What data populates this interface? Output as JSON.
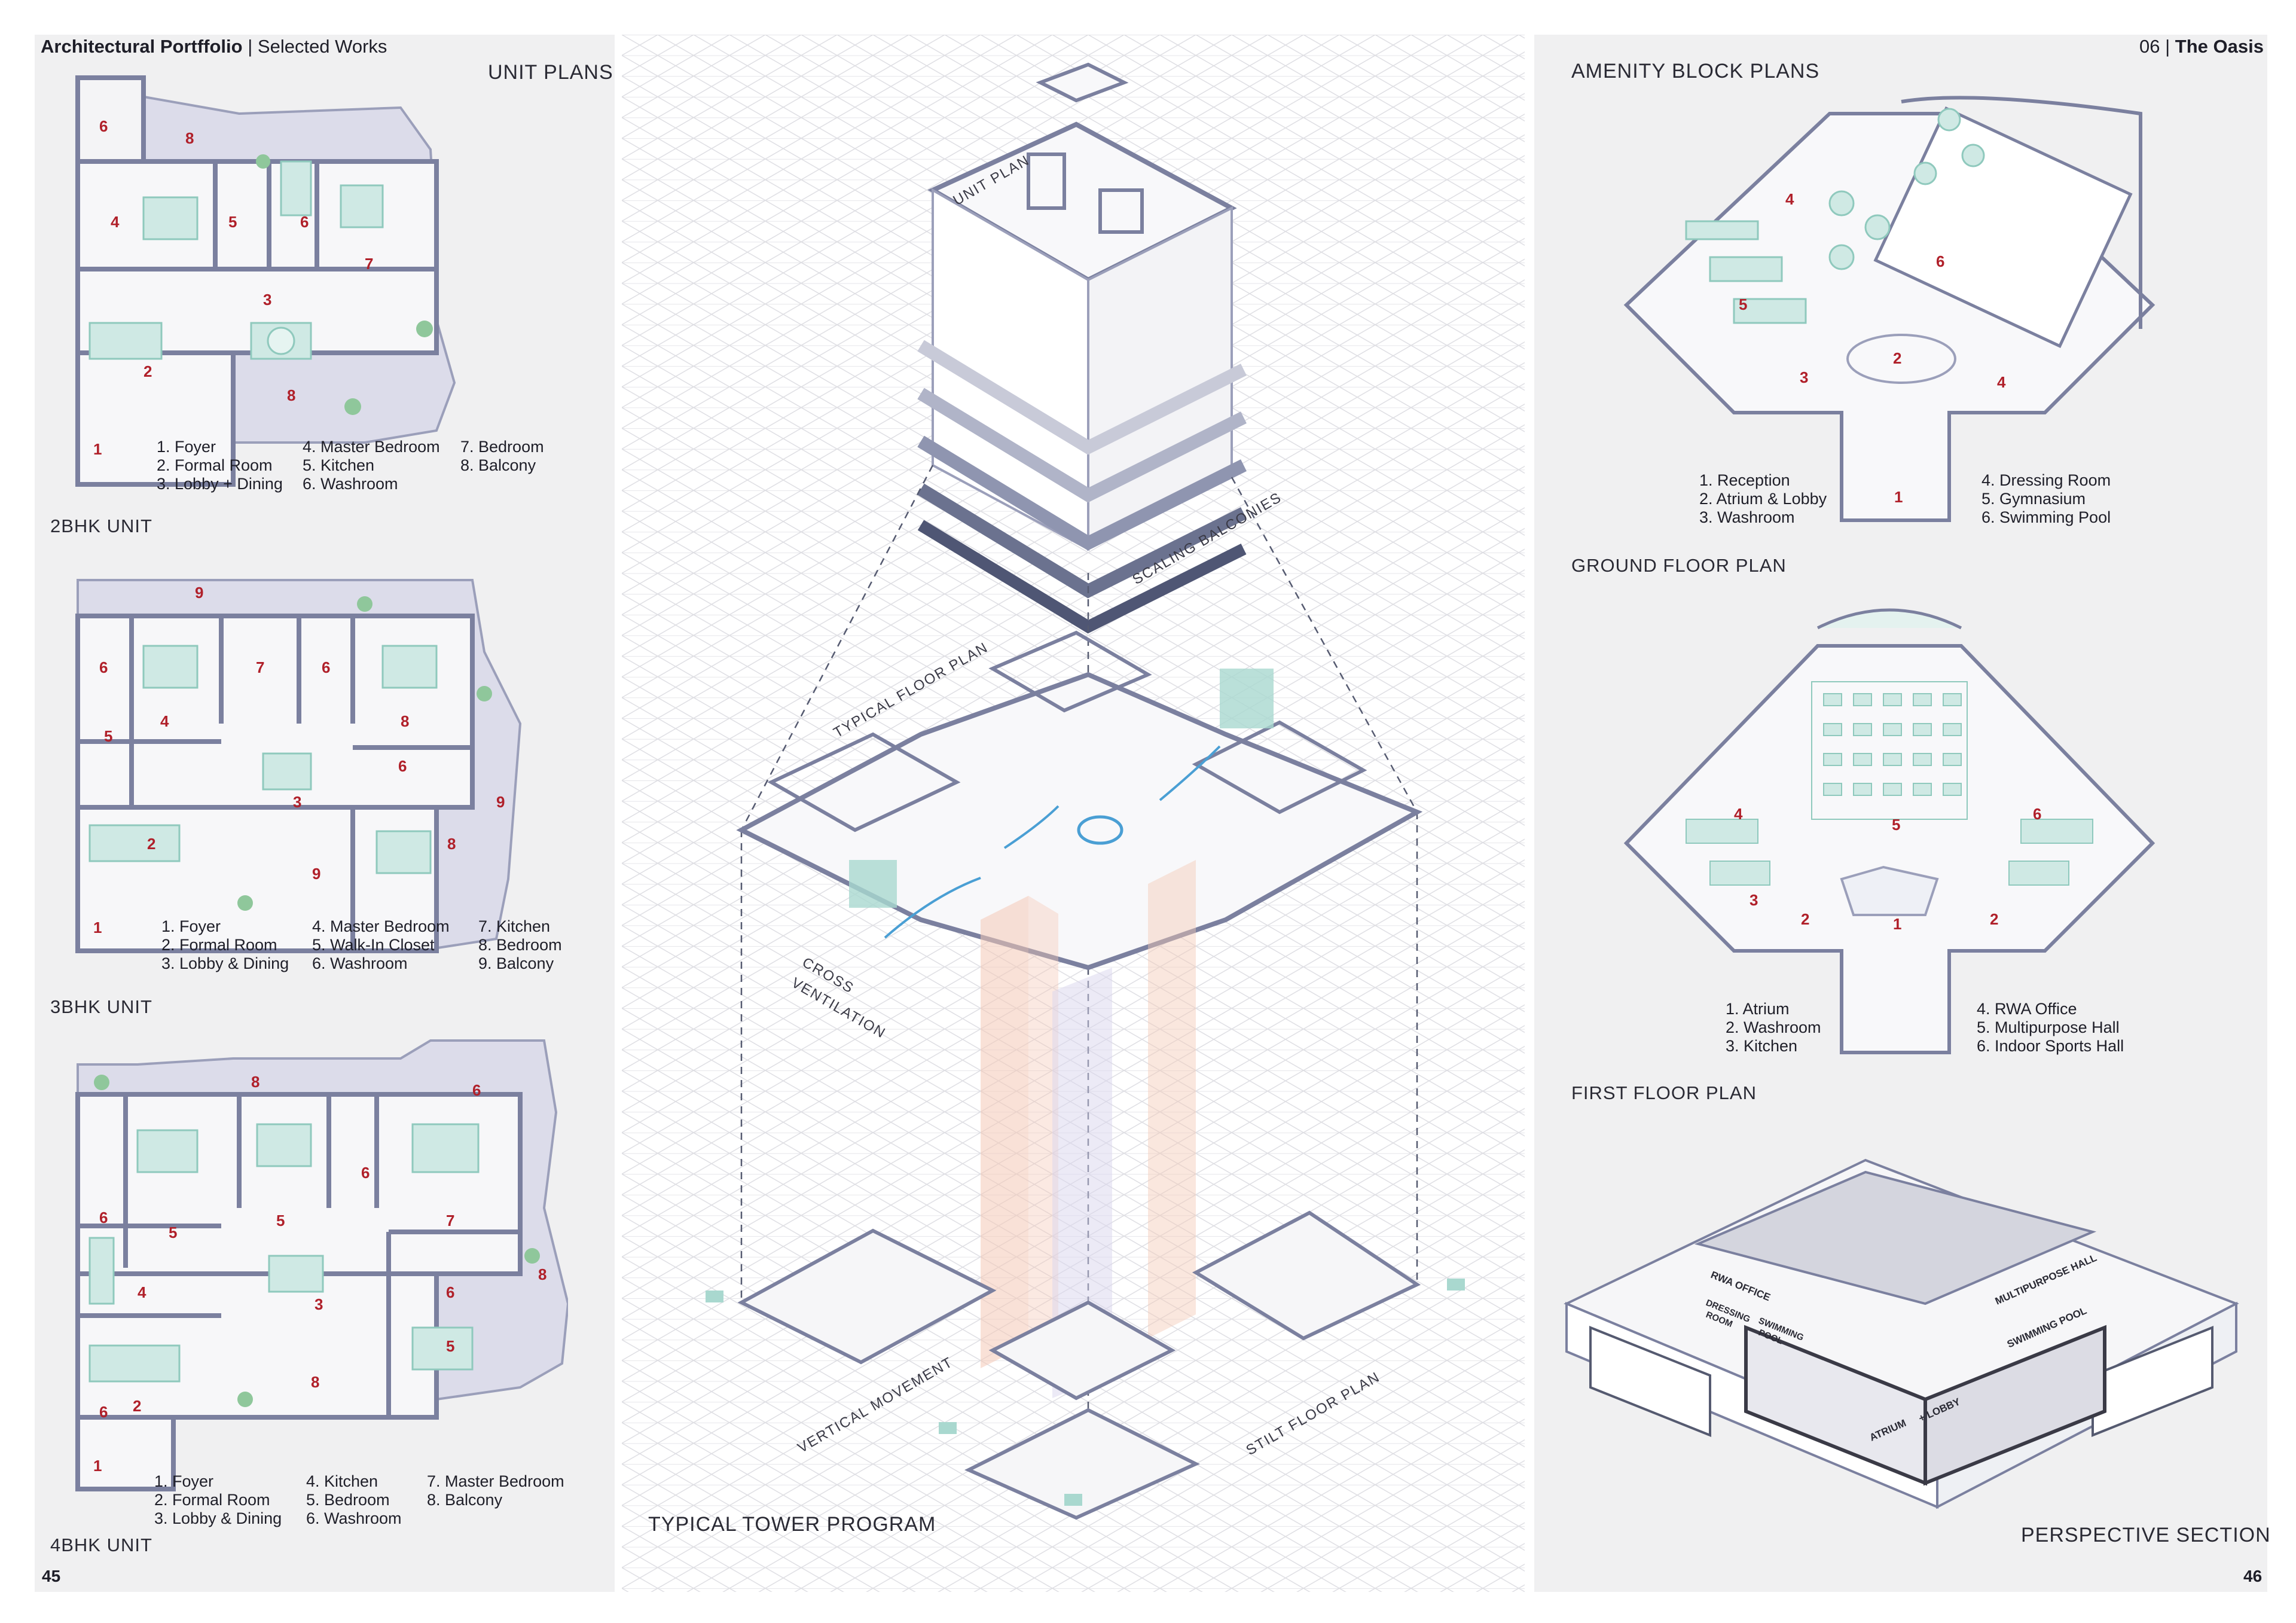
{
  "header": {
    "portfolio_title": "Architectural Portffolio",
    "separator": "|",
    "subtitle": "Selected Works",
    "project_number": "06",
    "project_name": "The Oasis"
  },
  "left": {
    "section_title": "UNIT PLANS",
    "units": [
      {
        "title": "2BHK UNIT",
        "legend": [
          [
            "1. Foyer",
            "2. Formal Room",
            "3. Lobby + Dining"
          ],
          [
            "4. Master Bedroom",
            "5. Kitchen",
            "6. Washroom"
          ],
          [
            "7. Bedroom",
            "8. Balcony"
          ]
        ],
        "room_numbers": [
          "6",
          "8",
          "4",
          "5",
          "6",
          "7",
          "3",
          "2",
          "8",
          "1"
        ]
      },
      {
        "title": "3BHK UNIT",
        "legend": [
          [
            "1. Foyer",
            "2. Formal Room",
            "3. Lobby & Dining"
          ],
          [
            "4. Master Bedroom",
            "5. Walk-In Closet",
            "6. Washroom"
          ],
          [
            "7. Kitchen",
            "8. Bedroom",
            "9. Balcony"
          ]
        ],
        "room_numbers": [
          "9",
          "6",
          "7",
          "6",
          "4",
          "8",
          "5",
          "6",
          "9",
          "3",
          "2",
          "8",
          "9",
          "1"
        ]
      },
      {
        "title": "4BHK UNIT",
        "legend": [
          [
            "1. Foyer",
            "2. Formal Room",
            "3. Lobby & Dining"
          ],
          [
            "4. Kitchen",
            "5. Bedroom",
            "6. Washroom"
          ],
          [
            "7. Master Bedroom",
            "8. Balcony"
          ]
        ],
        "room_numbers": [
          "8",
          "6",
          "6",
          "6",
          "5",
          "5",
          "7",
          "6",
          "4",
          "3",
          "6",
          "8",
          "5",
          "8",
          "2",
          "1"
        ]
      }
    ],
    "page_number": "45"
  },
  "center": {
    "title": "TYPICAL TOWER PROGRAM",
    "labels": {
      "unit_plan": "UNIT PLAN",
      "scaling_balconies": "SCALING BALCONIES",
      "typical_floor_plan": "TYPICAL FLOOR PLAN",
      "cross_ventilation_1": "CROSS",
      "cross_ventilation_2": "VENTILATION",
      "vertical_movement": "VERTICAL MOVEMENT",
      "stilt_floor_plan": "STILT FLOOR PLAN"
    }
  },
  "right": {
    "section_title": "AMENITY BLOCK PLANS",
    "ground_floor": {
      "title": "GROUND FLOOR PLAN",
      "legend_left": [
        "1. Reception",
        "2. Atrium & Lobby",
        "3. Washroom"
      ],
      "legend_right": [
        "4. Dressing Room",
        "5. Gymnasium",
        "6. Swimming Pool"
      ],
      "room_numbers": [
        "4",
        "6",
        "5",
        "2",
        "3",
        "4",
        "1"
      ]
    },
    "first_floor": {
      "title": "FIRST FLOOR PLAN",
      "legend_left": [
        "1. Atrium",
        "2. Washroom",
        "3. Kitchen"
      ],
      "legend_right": [
        "4. RWA Office",
        "5. Multipurpose Hall",
        "6. Indoor Sports Hall"
      ],
      "room_numbers": [
        "4",
        "5",
        "6",
        "3",
        "2",
        "1",
        "2"
      ]
    },
    "perspective": {
      "title": "PERSPECTIVE SECTION",
      "labels": [
        "RWA OFFICE",
        "DRESSING",
        "ROOM",
        "SWIMMING",
        "POOL",
        "MULTIPURPOSE HALL",
        "SWIMMING POOL",
        "ATRIUM",
        "+ LOBBY"
      ]
    },
    "page_number": "46"
  },
  "colors": {
    "panel_bg": "#f0f0f1",
    "wall": "#7b809f",
    "room_number": "#b0202a",
    "furniture": "#a9d8cf",
    "balcony": "#dcdcea",
    "grid": "#d9d9de",
    "core_orange": "#f4c9b6",
    "arrow_blue": "#4a9fd4"
  }
}
